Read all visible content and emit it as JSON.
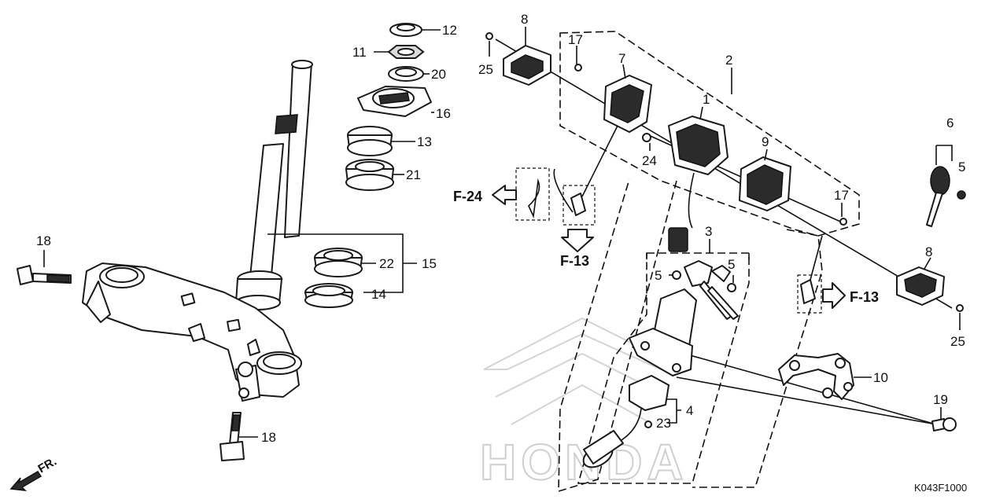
{
  "diagram": {
    "callouts": [
      {
        "id": "c1",
        "label": "1"
      },
      {
        "id": "c2",
        "label": "2"
      },
      {
        "id": "c3",
        "label": "3"
      },
      {
        "id": "c4",
        "label": "4"
      },
      {
        "id": "c5a",
        "label": "5"
      },
      {
        "id": "c5b",
        "label": "5"
      },
      {
        "id": "c5c",
        "label": "5"
      },
      {
        "id": "c6",
        "label": "6"
      },
      {
        "id": "c7",
        "label": "7"
      },
      {
        "id": "c8a",
        "label": "8"
      },
      {
        "id": "c8b",
        "label": "8"
      },
      {
        "id": "c9",
        "label": "9"
      },
      {
        "id": "c10",
        "label": "10"
      },
      {
        "id": "c11",
        "label": "11"
      },
      {
        "id": "c12",
        "label": "12"
      },
      {
        "id": "c13",
        "label": "13"
      },
      {
        "id": "c14",
        "label": "14"
      },
      {
        "id": "c15",
        "label": "15"
      },
      {
        "id": "c16",
        "label": "16"
      },
      {
        "id": "c17a",
        "label": "17"
      },
      {
        "id": "c17b",
        "label": "17"
      },
      {
        "id": "c18a",
        "label": "18"
      },
      {
        "id": "c18b",
        "label": "18"
      },
      {
        "id": "c19",
        "label": "19"
      },
      {
        "id": "c20",
        "label": "20"
      },
      {
        "id": "c21",
        "label": "21"
      },
      {
        "id": "c22",
        "label": "22"
      },
      {
        "id": "c23",
        "label": "23"
      },
      {
        "id": "c24",
        "label": "24"
      },
      {
        "id": "c25a",
        "label": "25"
      },
      {
        "id": "c25b",
        "label": "25"
      }
    ],
    "references": [
      {
        "id": "ref-f24",
        "label": "F-24"
      },
      {
        "id": "ref-f13a",
        "label": "F-13"
      },
      {
        "id": "ref-f13b",
        "label": "F-13"
      }
    ],
    "front_label": "FR.",
    "diagram_code": "K043F1000",
    "watermark": "HONDA"
  }
}
